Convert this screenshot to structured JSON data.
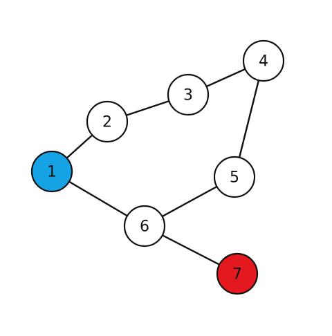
{
  "graph": {
    "nodes": [
      {
        "id": "1",
        "label": "1",
        "fill": "#16a3e6"
      },
      {
        "id": "2",
        "label": "2",
        "fill": "#ffffff"
      },
      {
        "id": "3",
        "label": "3",
        "fill": "#ffffff"
      },
      {
        "id": "4",
        "label": "4",
        "fill": "#ffffff"
      },
      {
        "id": "5",
        "label": "5",
        "fill": "#ffffff"
      },
      {
        "id": "6",
        "label": "6",
        "fill": "#ffffff"
      },
      {
        "id": "7",
        "label": "7",
        "fill": "#e3191f"
      }
    ],
    "edges": [
      {
        "from": "1",
        "to": "2"
      },
      {
        "from": "2",
        "to": "3"
      },
      {
        "from": "3",
        "to": "4"
      },
      {
        "from": "4",
        "to": "5"
      },
      {
        "from": "5",
        "to": "6"
      },
      {
        "from": "1",
        "to": "6"
      },
      {
        "from": "6",
        "to": "7"
      }
    ]
  }
}
